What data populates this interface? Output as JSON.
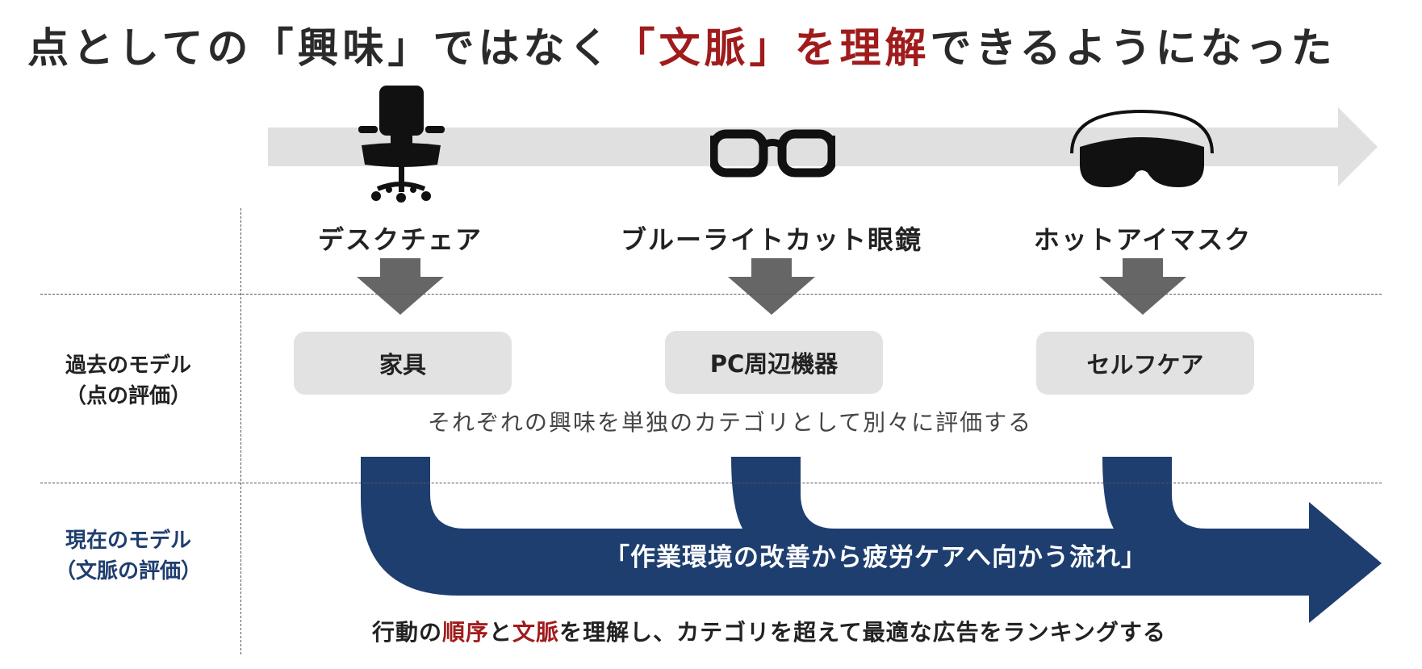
{
  "title": {
    "part1": "点としての「興味」ではなく",
    "part2_red": "「文脈」を理解",
    "part3": "できるようになった"
  },
  "products": [
    {
      "label": "デスクチェア",
      "icon": "desk-chair-icon",
      "category": "家具"
    },
    {
      "label": "ブルーライトカット眼鏡",
      "icon": "glasses-icon",
      "category": "PC周辺機器"
    },
    {
      "label": "ホットアイマスク",
      "icon": "eye-mask-icon",
      "category": "セルフケア"
    }
  ],
  "rows": {
    "past_line1": "過去のモデル",
    "past_line2": "（点の評価）",
    "current_line1": "現在のモデル",
    "current_line2": "（文脈の評価）"
  },
  "past_note": "それぞれの興味を単独のカテゴリとして別々に評価する",
  "flow_banner": "「作業環境の改善から疲労ケアへ向かう流れ」",
  "bottom_text": {
    "part1": "行動の",
    "part2_red": "順序",
    "part3": "と",
    "part4_red": "文脈",
    "part5": "を理解し、カテゴリを超えて最適な広告をランキングする"
  },
  "colors": {
    "accent_red": "#a01c1c",
    "flow_blue": "#1f3e70",
    "timeline_gray": "#e0e0e0",
    "down_arrow_gray": "#666666",
    "category_box": "#e2e2e2"
  }
}
